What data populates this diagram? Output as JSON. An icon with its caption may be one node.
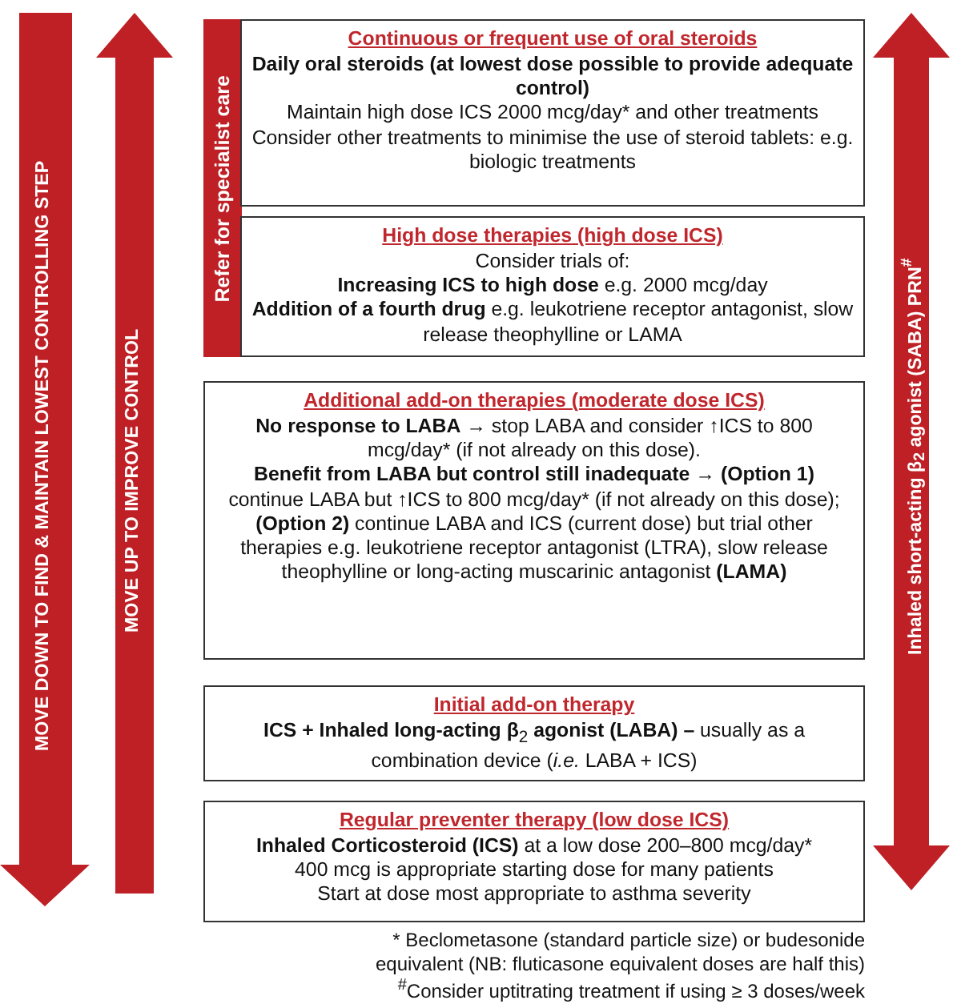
{
  "diagram": {
    "nodes": [
      {
        "text": [
          "Refer for specialist care"
        ]
      },
      {
        "text": [
          "Continuous or frequent use of oral steroids",
          "Daily oral steroids (at lowest dose possible to provide adequate control)",
          "Maintain high dose ICS 2000 mcg/day* and other treatments",
          "Consider other treatments to minimise the use of steroid tablets: e.g. biologic treatments"
        ]
      },
      {
        "text": [
          "High dose therapies (high dose ICS)",
          "Consider trials of:",
          "**Increasing ICS to high dose** e.g. 2000 mcg/day",
          "**Addition of a fourth drug** e.g. leukotriene receptor antagonist, slow release theophylline or LAMA"
        ]
      },
      {
        "text": [
          "Additional add-on therapies (moderate dose ICS)",
          "**No response to LABA** → stop LABA and consider ↑ICS to 800 mcg/day* (if not already on this dose).",
          "**Benefit from LABA but control still inadequate → (Option 1)** continue LABA but ↑ICS to 800 mcg/day* (if not already on this dose); **(Option 2)** continue LABA and ICS (current dose) but trial other therapies e.g. leukotriene receptor antagonist (LTRA), slow release theophylline or long-acting muscarinic antagonist **(LAMA)**"
        ]
      },
      {
        "text": [
          "Initial add-on therapy",
          "**ICS + Inhaled long-acting β**$_{2}$ **agonist (LABA) –** usually as a combination device (*i.e.* LABA + ICS)"
        ]
      },
      {
        "text": [
          "Regular preventer therapy (low dose ICS)",
          "**Inhaled Corticosteroid (ICS)** at a low dose 200–800 mcg/day*",
          "400 mcg is appropriate starting dose for many patients",
          "Start at dose most appropriate to asthma severity"
        ]
      }
    ],
    "labels": [
      "MOVE DOWN TO FIND & MAINTAIN LOWEST CONTROLLING STEP",
      "MOVE UP TO IMPROVE CONTROL",
      "Inhaled short-acting β$_{2}$ agonist (SABA) PRN$^{#}$",
      "* Beclometasone (standard particle size) or budesonide equivalent (NB: fluticasone equivalent doses are half this)",
      "$^{#}$Consider uptitrating treatment if using ≥ 3 doses/week"
    ]
  }
}
